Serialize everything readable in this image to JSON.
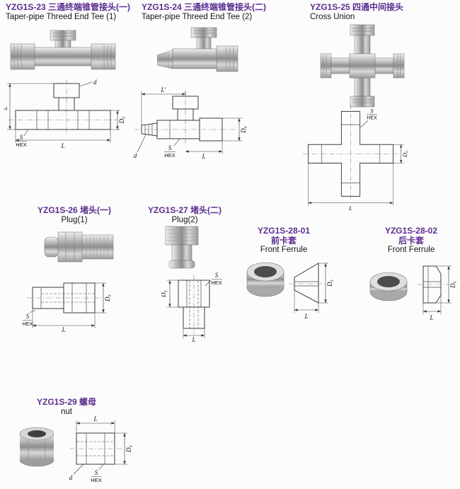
{
  "page": {
    "background": "#fcfcfc"
  },
  "colors": {
    "heading_purple": "#5c2d91",
    "text_black": "#151515",
    "drawing_line": "#3b3b3b"
  },
  "dim_labels": {
    "l": "L",
    "l_prime": "L'",
    "d": "d",
    "d0": "D₀",
    "s": "S",
    "hex": "HEX"
  },
  "sections": {
    "s23": {
      "title_zh": "YZG1S-23 三通终端锥管接头(一)",
      "title_en": "Taper-pipe Threed End Tee (1)"
    },
    "s24": {
      "title_zh": "YZG1S-24 三通终端锥管接头(二)",
      "title_en": "Taper-pipe Threed End Tee (2)"
    },
    "s25": {
      "title_zh": "YZG1S-25 四通中间接头",
      "title_en": "Cross Union"
    },
    "s26": {
      "title_zh": "YZG1S-26 堵头(一)",
      "title_en": "Plug(1)"
    },
    "s27": {
      "title_zh": "YZG1S-27 堵头(二)",
      "title_en": "Plug(2)"
    },
    "s28_01": {
      "code": "YZG1S-28-01",
      "title_zh": "前卡套",
      "title_en": "Front Ferrule"
    },
    "s28_02": {
      "code": "YZG1S-28-02",
      "title_zh": "后卡套",
      "title_en": "Front Ferrule"
    },
    "s29": {
      "title_zh": "YZG1S-29 螺母",
      "title_en": "nut"
    }
  }
}
